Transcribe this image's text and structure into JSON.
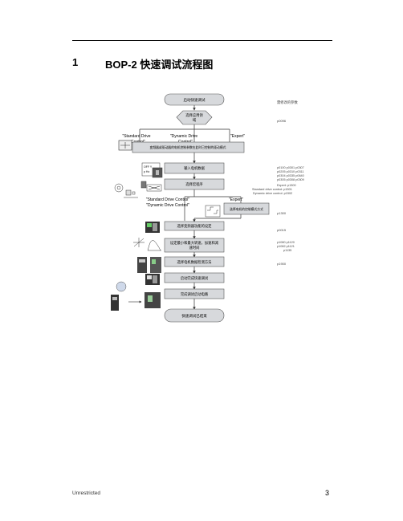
{
  "page": {
    "heading_number": "1",
    "heading_title": "BOP-2 快速调试流程图",
    "footer_left": "Unrestricted",
    "page_number": "3"
  },
  "flowchart": {
    "colors": {
      "box_fill": "#d7d9dc",
      "box_stroke": "#555555",
      "arrow": "#333333",
      "note": "#444444"
    },
    "nodes": {
      "start": "启动快速调试",
      "decision_line1": "选择应用领",
      "decision_line2": "域",
      "control_desc": "变频器或驱动器的电机控制参数在此时已控制的驱动模式",
      "input_motor": "输入电机数据",
      "select_macro": "选择宏程序",
      "select_control_mode": "选择电机的控制模式方式",
      "select_fn_method": "选择变频器功能的设定",
      "set_ramp_line1": "设定最小和最大转速，加速和减",
      "set_ramp_line2": "速时间",
      "motor_id": "选择电机数据检测方法",
      "finish_commission": "启动完成快速调试",
      "save_params": "完成调试启动电路",
      "end": "快速调试已结束"
    },
    "branch_labels": {
      "standard_control_1": "\"Standard Drive",
      "standard_control_2": "Control\"",
      "dynamic_control_1": "\"Dynamic Drive",
      "dynamic_control_2": "Control\"",
      "expert": "\"Expert\"",
      "standard_control_full": "\"Standard Drive Control\"",
      "dynamic_control_full": "\"Dynamic Drive Control\"",
      "expert_2": "\"Expert\""
    },
    "params_header": "需修改的参数",
    "param_notes": {
      "p0096": "p0096",
      "motor_1": "p0100  p0301  p0307",
      "motor_2": "p0205  p0310  p0311",
      "motor_3": "p0304  p0335  p0640",
      "motor_4": "p0305  p0308  p0309",
      "mode_expert": "Expert:  p1300",
      "mode_std": "Standard drive control:  p1501",
      "mode_dyn": "Dynamic drive control:  p1502",
      "p1300": "p1300",
      "p0015": "p0015",
      "ramp_1": "p1080  p1120",
      "ramp_2": "p1082  p1121",
      "ramp_3": "p1135",
      "p1900": "p1900"
    },
    "icon_labels": {
      "motor_display_1": "OFF  Y",
      "motor_display_2": "p  Hz"
    }
  }
}
